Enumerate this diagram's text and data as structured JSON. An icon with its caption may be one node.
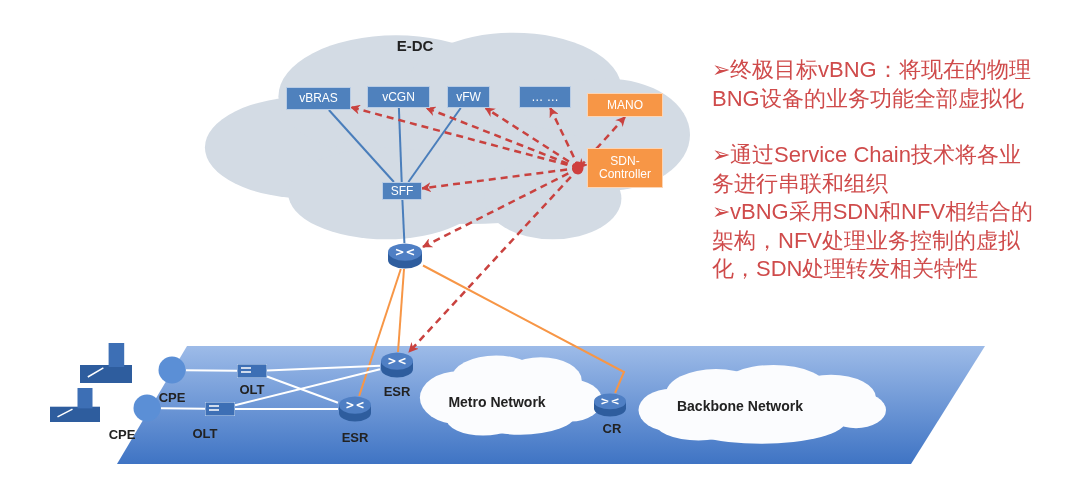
{
  "diagram": {
    "nodes": [
      {
        "text": [
          "E-DC"
        ]
      },
      {
        "text": [
          "vBRAS"
        ],
        "in": 0
      },
      {
        "text": [
          "vCGN"
        ],
        "in": 0
      },
      {
        "text": [
          "vFW"
        ],
        "in": 0
      },
      {
        "text": [
          "… …"
        ],
        "in": 0
      },
      {
        "text": [
          "MANO"
        ],
        "in": 0
      },
      {
        "text": [
          "SDN-Controller"
        ],
        "in": 0
      },
      {
        "text": [
          "SFF"
        ],
        "in": 0
      },
      {
        "text": [],
        "shape": "picture"
      },
      {
        "text": [],
        "shape": "picture"
      },
      {
        "text": [],
        "shape": "picture"
      },
      {
        "text": [
          "CPE"
        ]
      },
      {
        "text": [
          "CPE"
        ]
      },
      {
        "text": [
          "OLT"
        ]
      },
      {
        "text": [
          "OLT"
        ]
      },
      {
        "text": [
          "ESR"
        ]
      },
      {
        "text": [
          "ESR"
        ]
      },
      {
        "text": [
          "Metro Network"
        ]
      },
      {
        "text": [
          "CR"
        ]
      },
      {
        "text": [
          "Backbone Network"
        ]
      }
    ],
    "edges": [
      {
        "from": 7,
        "to": 1,
        "arrow": "none",
        "color": "#4a7ebb"
      },
      {
        "from": 7,
        "to": 2,
        "arrow": "none",
        "color": "#4a7ebb"
      },
      {
        "from": 7,
        "to": 3,
        "arrow": "none",
        "color": "#4a7ebb"
      },
      {
        "from": 7,
        "to": 8,
        "arrow": "none",
        "color": "#4a7ebb"
      },
      {
        "from": 6,
        "to": 1,
        "arrow": "to",
        "style": "dashed"
      },
      {
        "from": 6,
        "to": 2,
        "arrow": "to",
        "style": "dashed"
      },
      {
        "from": 6,
        "to": 3,
        "arrow": "to",
        "style": "dashed"
      },
      {
        "from": 6,
        "to": 4,
        "arrow": "to",
        "style": "dashed"
      },
      {
        "from": 6,
        "to": 7,
        "arrow": "to",
        "style": "dashed"
      },
      {
        "from": 6,
        "to": 8,
        "arrow": "to",
        "style": "dashed"
      },
      {
        "from": 6,
        "to": 15,
        "arrow": "to",
        "style": "dashed"
      },
      {
        "from": 5,
        "to": 6,
        "arrow": "both",
        "style": "dashed"
      },
      {
        "from": 8,
        "to": 15,
        "arrow": "none",
        "color": "#f79646"
      },
      {
        "from": 8,
        "to": 16,
        "arrow": "none",
        "color": "#f79646"
      },
      {
        "from": 8,
        "to": 18,
        "arrow": "none",
        "color": "#f79646"
      },
      {
        "from": 11,
        "to": 13,
        "arrow": "none",
        "color": "#ffffff"
      },
      {
        "from": 12,
        "to": 14,
        "arrow": "none",
        "color": "#ffffff"
      },
      {
        "from": 13,
        "to": 15,
        "arrow": "none",
        "color": "#ffffff"
      },
      {
        "from": 13,
        "to": 16,
        "arrow": "none",
        "color": "#ffffff"
      },
      {
        "from": 14,
        "to": 15,
        "arrow": "none",
        "color": "#ffffff"
      },
      {
        "from": 14,
        "to": 16,
        "arrow": "none",
        "color": "#ffffff"
      }
    ],
    "labels": [
      "➢终极目标vBNG：将现在的物理BNG设备的业务功能全部虚拟化",
      "➢通过Service Chain技术将各业务进行串联和组织",
      "➢vBNG采用SDN和NFV相结合的架构，NFV处理业务控制的虚拟化，SDN处理转发相关特性"
    ]
  }
}
